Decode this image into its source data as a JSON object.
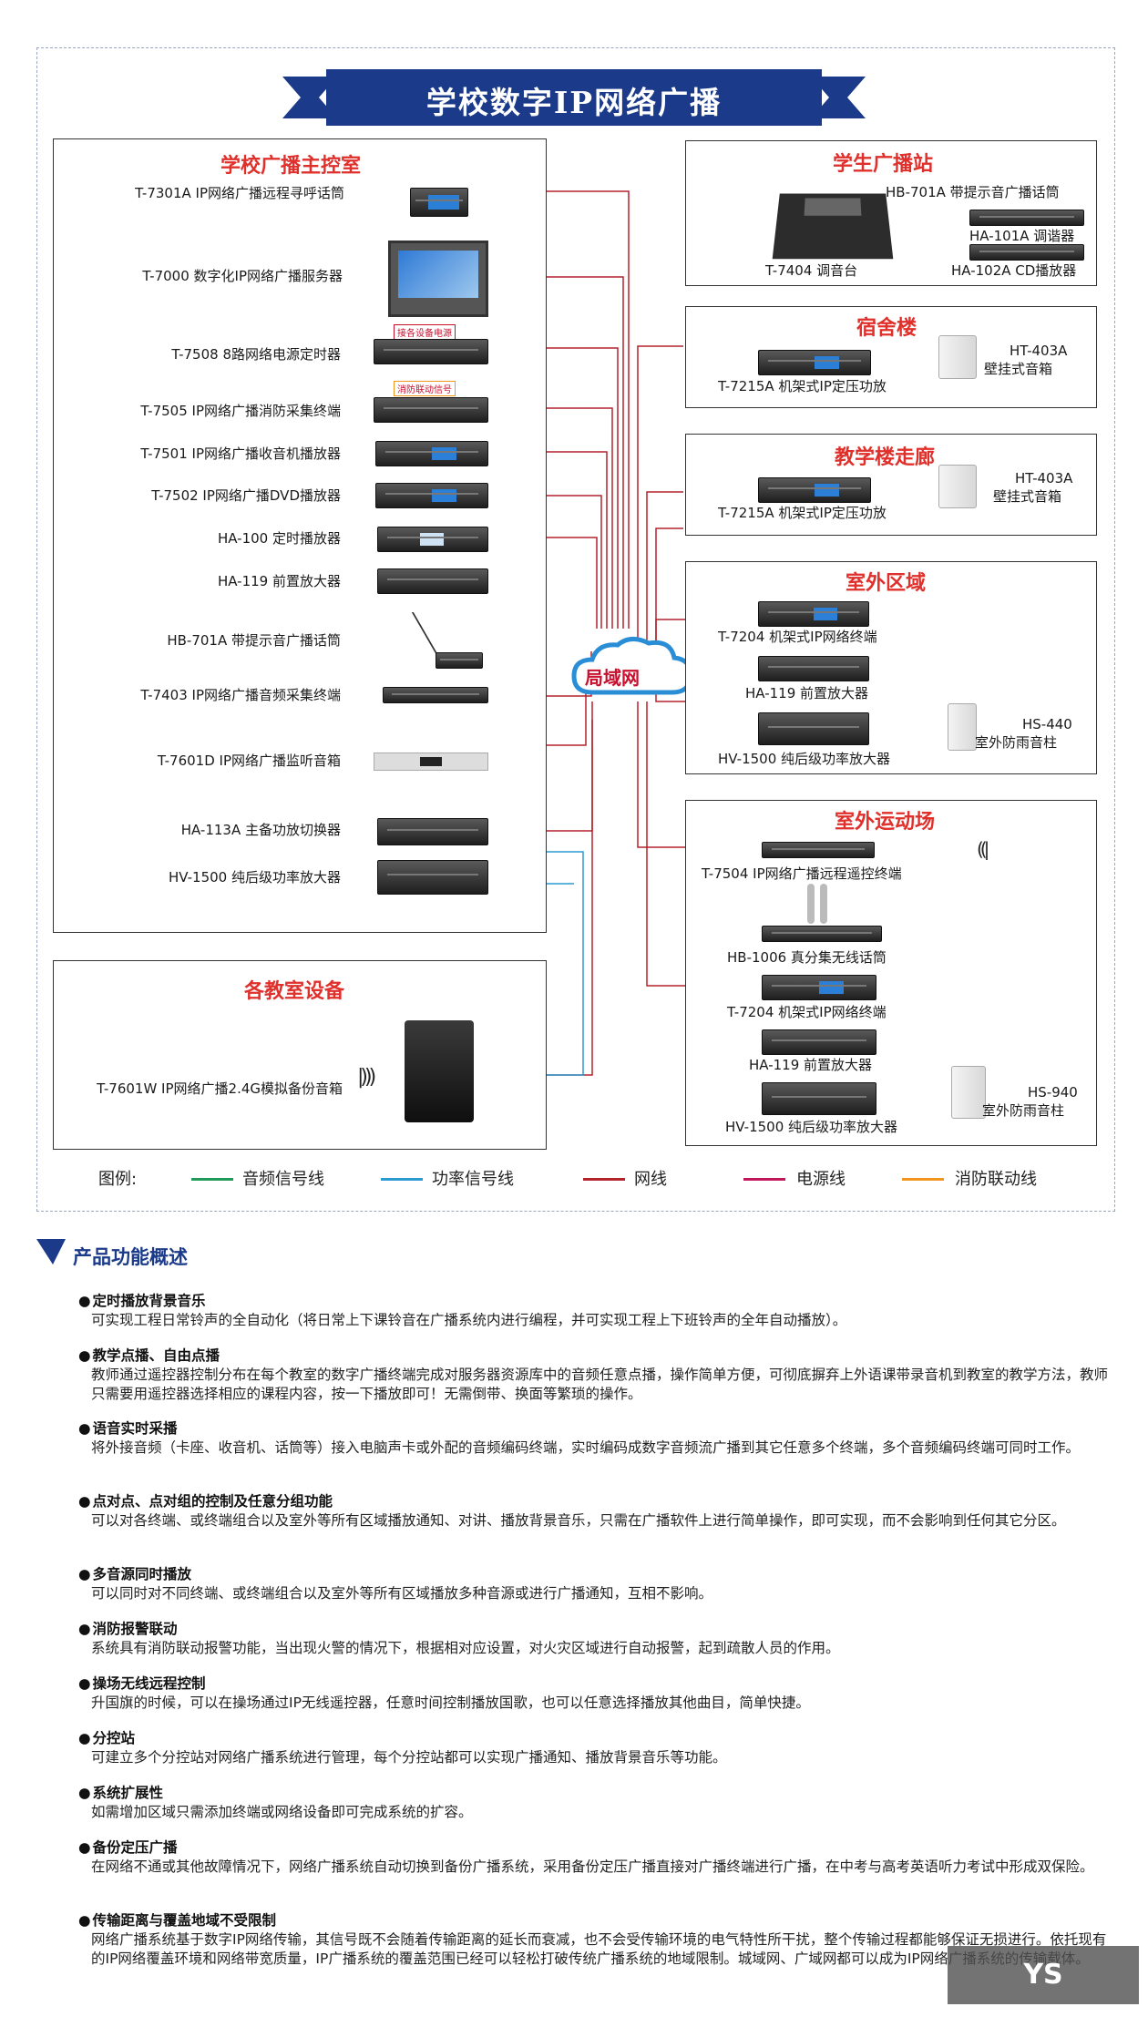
{
  "title": "学校数字IP网络广播",
  "cloud_label": "局域网",
  "colors": {
    "audio": "#1f9a58",
    "power": "#2a9ad0",
    "network": "#b3232b",
    "supply": "#c2185b",
    "fire": "#f0961e",
    "title_red": "#e0302c",
    "banner_blue": "#1b3b8a"
  },
  "main_room": {
    "title": "学校广播主控室",
    "devices": [
      "T-7301A IP网络广播远程寻呼话筒",
      "T-7000 数字化IP网络广播服务器",
      "T-7508 8路网络电源定时器",
      "T-7505 IP网络广播消防采集终端",
      "T-7501 IP网络广播收音机播放器",
      "T-7502 IP网络广播DVD播放器",
      "HA-100 定时播放器",
      "HA-119 前置放大器",
      "HB-701A 带提示音广播话筒",
      "T-7403 IP网络广播音频采集终端",
      "T-7601D IP网络广播监听音箱",
      "HA-113A 主备功放切换器",
      "HV-1500 纯后级功率放大器"
    ],
    "tag_power": "接各设备电源",
    "tag_fire": "消防联动信号"
  },
  "classroom": {
    "title": "各教室设备",
    "device": "T-7601W IP网络广播2.4G模拟备份音箱"
  },
  "student_station": {
    "title": "学生广播站",
    "devices": [
      "HB-701A 带提示音广播话筒",
      "HA-101A 调谐器",
      "T-7404 调音台",
      "HA-102A CD播放器"
    ]
  },
  "dorm": {
    "title": "宿舍楼",
    "amp": "T-7215A 机架式IP定压功放",
    "speaker_model": "HT-403A",
    "speaker_name": "壁挂式音箱"
  },
  "corridor": {
    "title": "教学楼走廊",
    "amp": "T-7215A 机架式IP定压功放",
    "speaker_model": "HT-403A",
    "speaker_name": "壁挂式音箱"
  },
  "outdoor": {
    "title": "室外区域",
    "devices": [
      "T-7204 机架式IP网络终端",
      "HA-119 前置放大器",
      "HV-1500 纯后级功率放大器"
    ],
    "speaker_model": "HS-440",
    "speaker_name": "室外防雨音柱"
  },
  "field": {
    "title": "室外运动场",
    "devices": [
      "T-7504 IP网络广播远程遥控终端",
      "HB-1006 真分集无线话筒",
      "T-7204 机架式IP网络终端",
      "HA-119 前置放大器",
      "HV-1500 纯后级功率放大器"
    ],
    "speaker_model": "HS-940",
    "speaker_name": "室外防雨音柱"
  },
  "legend": {
    "label": "图例:",
    "items": [
      "音频信号线",
      "功率信号线",
      "网线",
      "电源线",
      "消防联动线"
    ]
  },
  "features_title": "产品功能概述",
  "features": [
    {
      "h": "定时播放背景音乐",
      "d": "可实现工程日常铃声的全自动化（将日常上下课铃音在广播系统内进行编程，并可实现工程上下班铃声的全年自动播放）。"
    },
    {
      "h": "教学点播、自由点播",
      "d": "教师通过遥控器控制分布在每个教室的数字广播终端完成对服务器资源库中的音频任意点播，操作简单方便，可彻底摒弃上外语课带录音机到教室的教学方法，教师只需要用遥控器选择相应的课程内容，按一下播放即可！无需倒带、换面等繁琐的操作。"
    },
    {
      "h": "语音实时采播",
      "d": "将外接音频（卡座、收音机、话筒等）接入电脑声卡或外配的音频编码终端，实时编码成数字音频流广播到其它任意多个终端，多个音频编码终端可同时工作。"
    },
    {
      "h": "点对点、点对组的控制及任意分组功能",
      "d": "可以对各终端、或终端组合以及室外等所有区域播放通知、对讲、播放背景音乐，只需在广播软件上进行简单操作，即可实现，而不会影响到任何其它分区。"
    },
    {
      "h": "多音源同时播放",
      "d": "可以同时对不同终端、或终端组合以及室外等所有区域播放多种音源或进行广播通知，互相不影响。"
    },
    {
      "h": "消防报警联动",
      "d": "系统具有消防联动报警功能，当出现火警的情况下，根据相对应设置，对火灾区域进行自动报警，起到疏散人员的作用。"
    },
    {
      "h": "操场无线远程控制",
      "d": "升国旗的时候，可以在操场通过IP无线遥控器，任意时间控制播放国歌，也可以任意选择播放其他曲目，简单快捷。"
    },
    {
      "h": "分控站",
      "d": "可建立多个分控站对网络广播系统进行管理，每个分控站都可以实现广播通知、播放背景音乐等功能。"
    },
    {
      "h": "系统扩展性",
      "d": "如需增加区域只需添加终端或网络设备即可完成系统的扩容。"
    },
    {
      "h": "备份定压广播",
      "d": "在网络不通或其他故障情况下，网络广播系统自动切换到备份广播系统，采用备份定压广播直接对广播终端进行广播，在中考与高考英语听力考试中形成双保险。"
    },
    {
      "h": "传输距离与覆盖地域不受限制",
      "d": "网络广播系统基于数字IP网络传输，其信号既不会随着传输距离的延长而衰减，也不会受传输环境的电气特性所干扰，整个传输过程都能够保证无损进行。依托现有的IP网络覆盖环境和网络带宽质量，IP广播系统的覆盖范围已经可以轻松打破传统广播系统的地域限制。城域网、广域网都可以成为IP网络广播系统的传输载体。"
    }
  ],
  "watermark": "YS"
}
